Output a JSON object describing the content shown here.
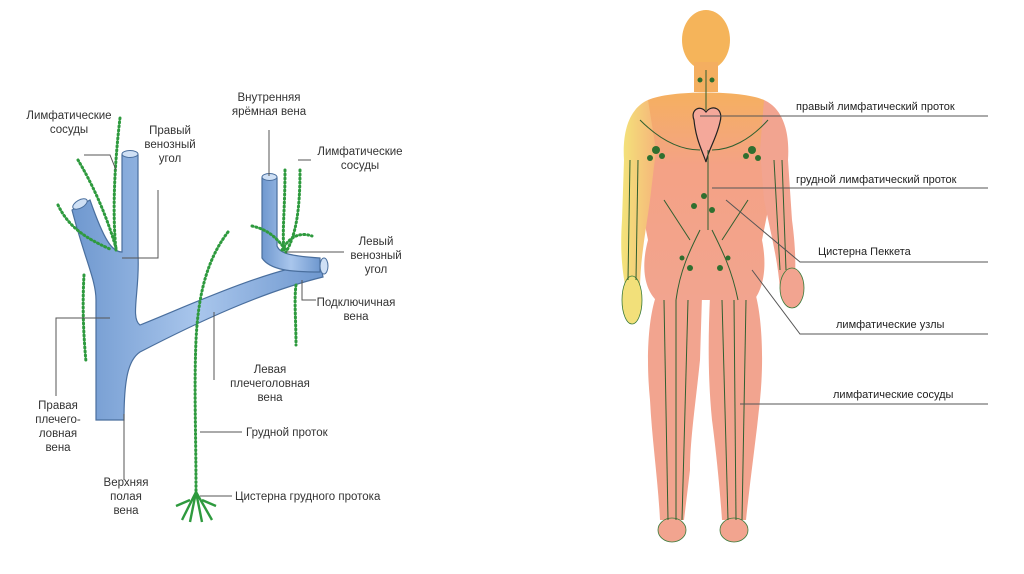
{
  "left_diagram": {
    "labels": {
      "lymph_vessels_left": [
        "Лимфатические",
        "сосуды"
      ],
      "right_venous_angle": [
        "Правый",
        "венозный",
        "угол"
      ],
      "internal_jugular_vein": [
        "Внутренняя",
        "ярёмная вена"
      ],
      "lymph_vessels_right": [
        "Лимфатические",
        "сосуды"
      ],
      "left_venous_angle": [
        "Левый",
        "венозный",
        "угол"
      ],
      "subclavian_vein": [
        "Подключичная",
        "вена"
      ],
      "left_brachiocephalic_vein": [
        "Левая",
        "плечеголовная",
        "вена"
      ],
      "thoracic_duct": "Грудной проток",
      "cisterna_chyli": "Цистерна грудного протока",
      "right_brachiocephalic_vein": [
        "Правая",
        "плечего-",
        "ловная",
        "вена"
      ],
      "superior_vena_cava": [
        "Верхняя",
        "полая",
        "вена"
      ]
    }
  },
  "right_diagram": {
    "labels": {
      "right_lymphatic_duct": "правый лимфатический проток",
      "thoracic_duct": "грудной лимфатический проток",
      "cisterna_pecquet": "Цистерна Пеккета",
      "lymph_nodes": "лимфатические узлы",
      "lymph_vessels": "лимфатические сосуды"
    }
  },
  "colors": {
    "vein_fill": "#8fb4e3",
    "vein_stroke": "#4a6f9e",
    "lymph_green": "#2e9a3e",
    "body_red": "#f0a090",
    "body_orange": "#f7c070",
    "body_yellow": "#f3e070",
    "label_line": "#555555"
  }
}
